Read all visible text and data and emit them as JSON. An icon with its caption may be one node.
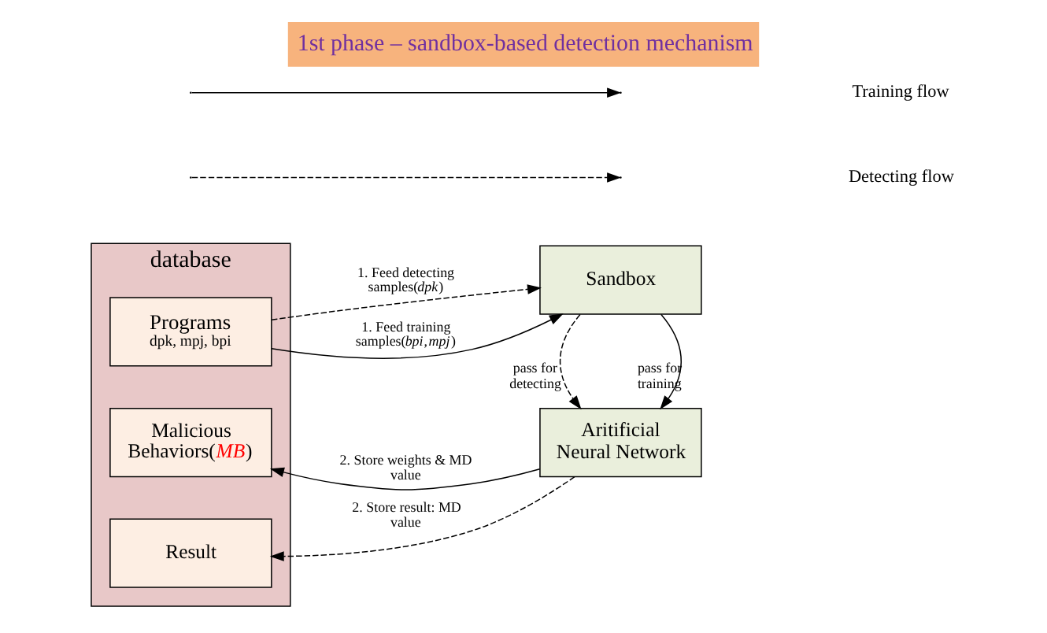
{
  "diagram": {
    "title": "1st phase – sandbox-based detection mechanism",
    "nodes": [
      {
        "text": [
          "database"
        ]
      },
      {
        "text": [
          "Programs",
          "dpk, mpj, bpi"
        ],
        "in": 0
      },
      {
        "text": [
          "Malicious Behaviors(*MB*)"
        ],
        "in": 0
      },
      {
        "text": [
          "Result"
        ],
        "in": 0
      },
      {
        "text": [
          "Sandbox"
        ]
      },
      {
        "text": [
          "Aritificial Neural Network"
        ]
      }
    ],
    "edges": [
      {
        "from": 1,
        "to": 4,
        "arrow": "to",
        "style": "dashed",
        "label": "1. Feed detecting samples(*dpk*)"
      },
      {
        "from": 1,
        "to": 4,
        "arrow": "to",
        "label": "1. Feed training samples(*bpi*,*mpj*)"
      },
      {
        "from": 4,
        "to": 5,
        "arrow": "to",
        "label": "pass for training"
      },
      {
        "from": 4,
        "to": 5,
        "arrow": "to",
        "style": "dashed",
        "label": "pass for detecting"
      },
      {
        "from": 5,
        "to": 2,
        "arrow": "to",
        "label": "2. Store weights & MD value"
      },
      {
        "from": 5,
        "to": 3,
        "arrow": "to",
        "style": "dashed",
        "label": "2. Store result: MD value"
      }
    ],
    "legend": [
      {
        "text": "Training flow"
      },
      {
        "text": "Detecting flow"
      }
    ]
  }
}
